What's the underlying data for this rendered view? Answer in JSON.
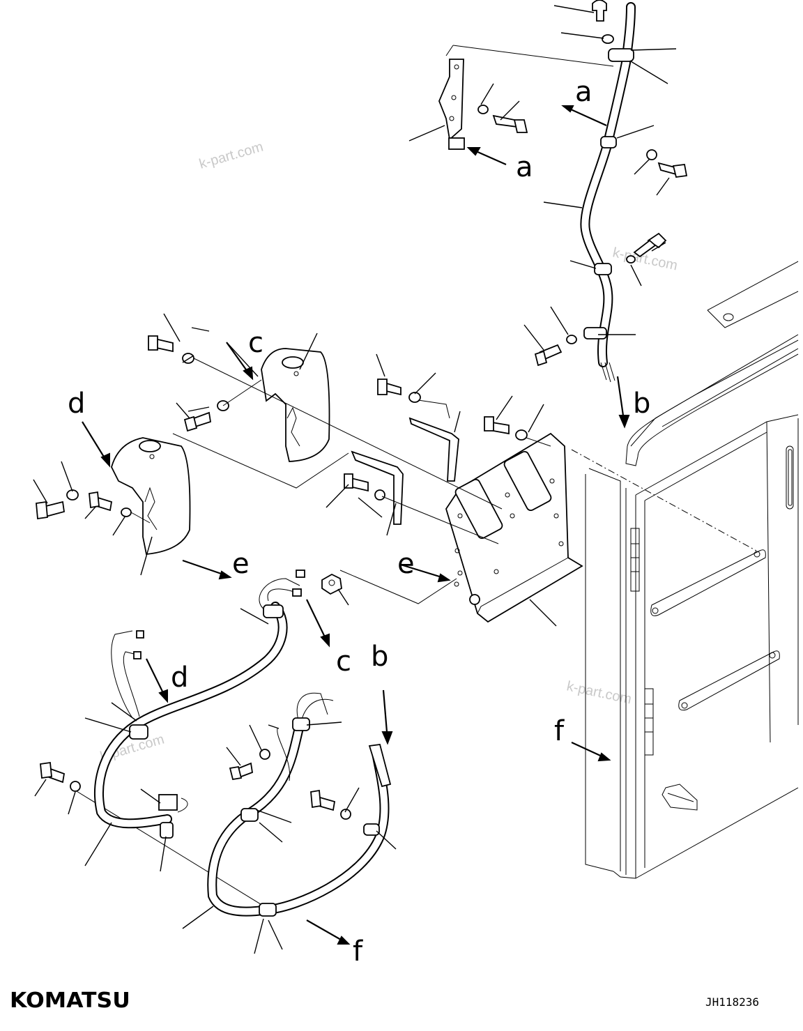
{
  "diagram": {
    "callout_letters": {
      "a1": "a",
      "a2": "a",
      "b1": "b",
      "b2": "b",
      "c1": "c",
      "c2": "c",
      "d1": "d",
      "d2": "d",
      "e1": "e",
      "e2": "e",
      "f1": "f",
      "f2": "f"
    },
    "watermark_text": "k-part.com"
  },
  "footer": {
    "brand": "KOMATSU",
    "drawing_number": "JH118236"
  }
}
